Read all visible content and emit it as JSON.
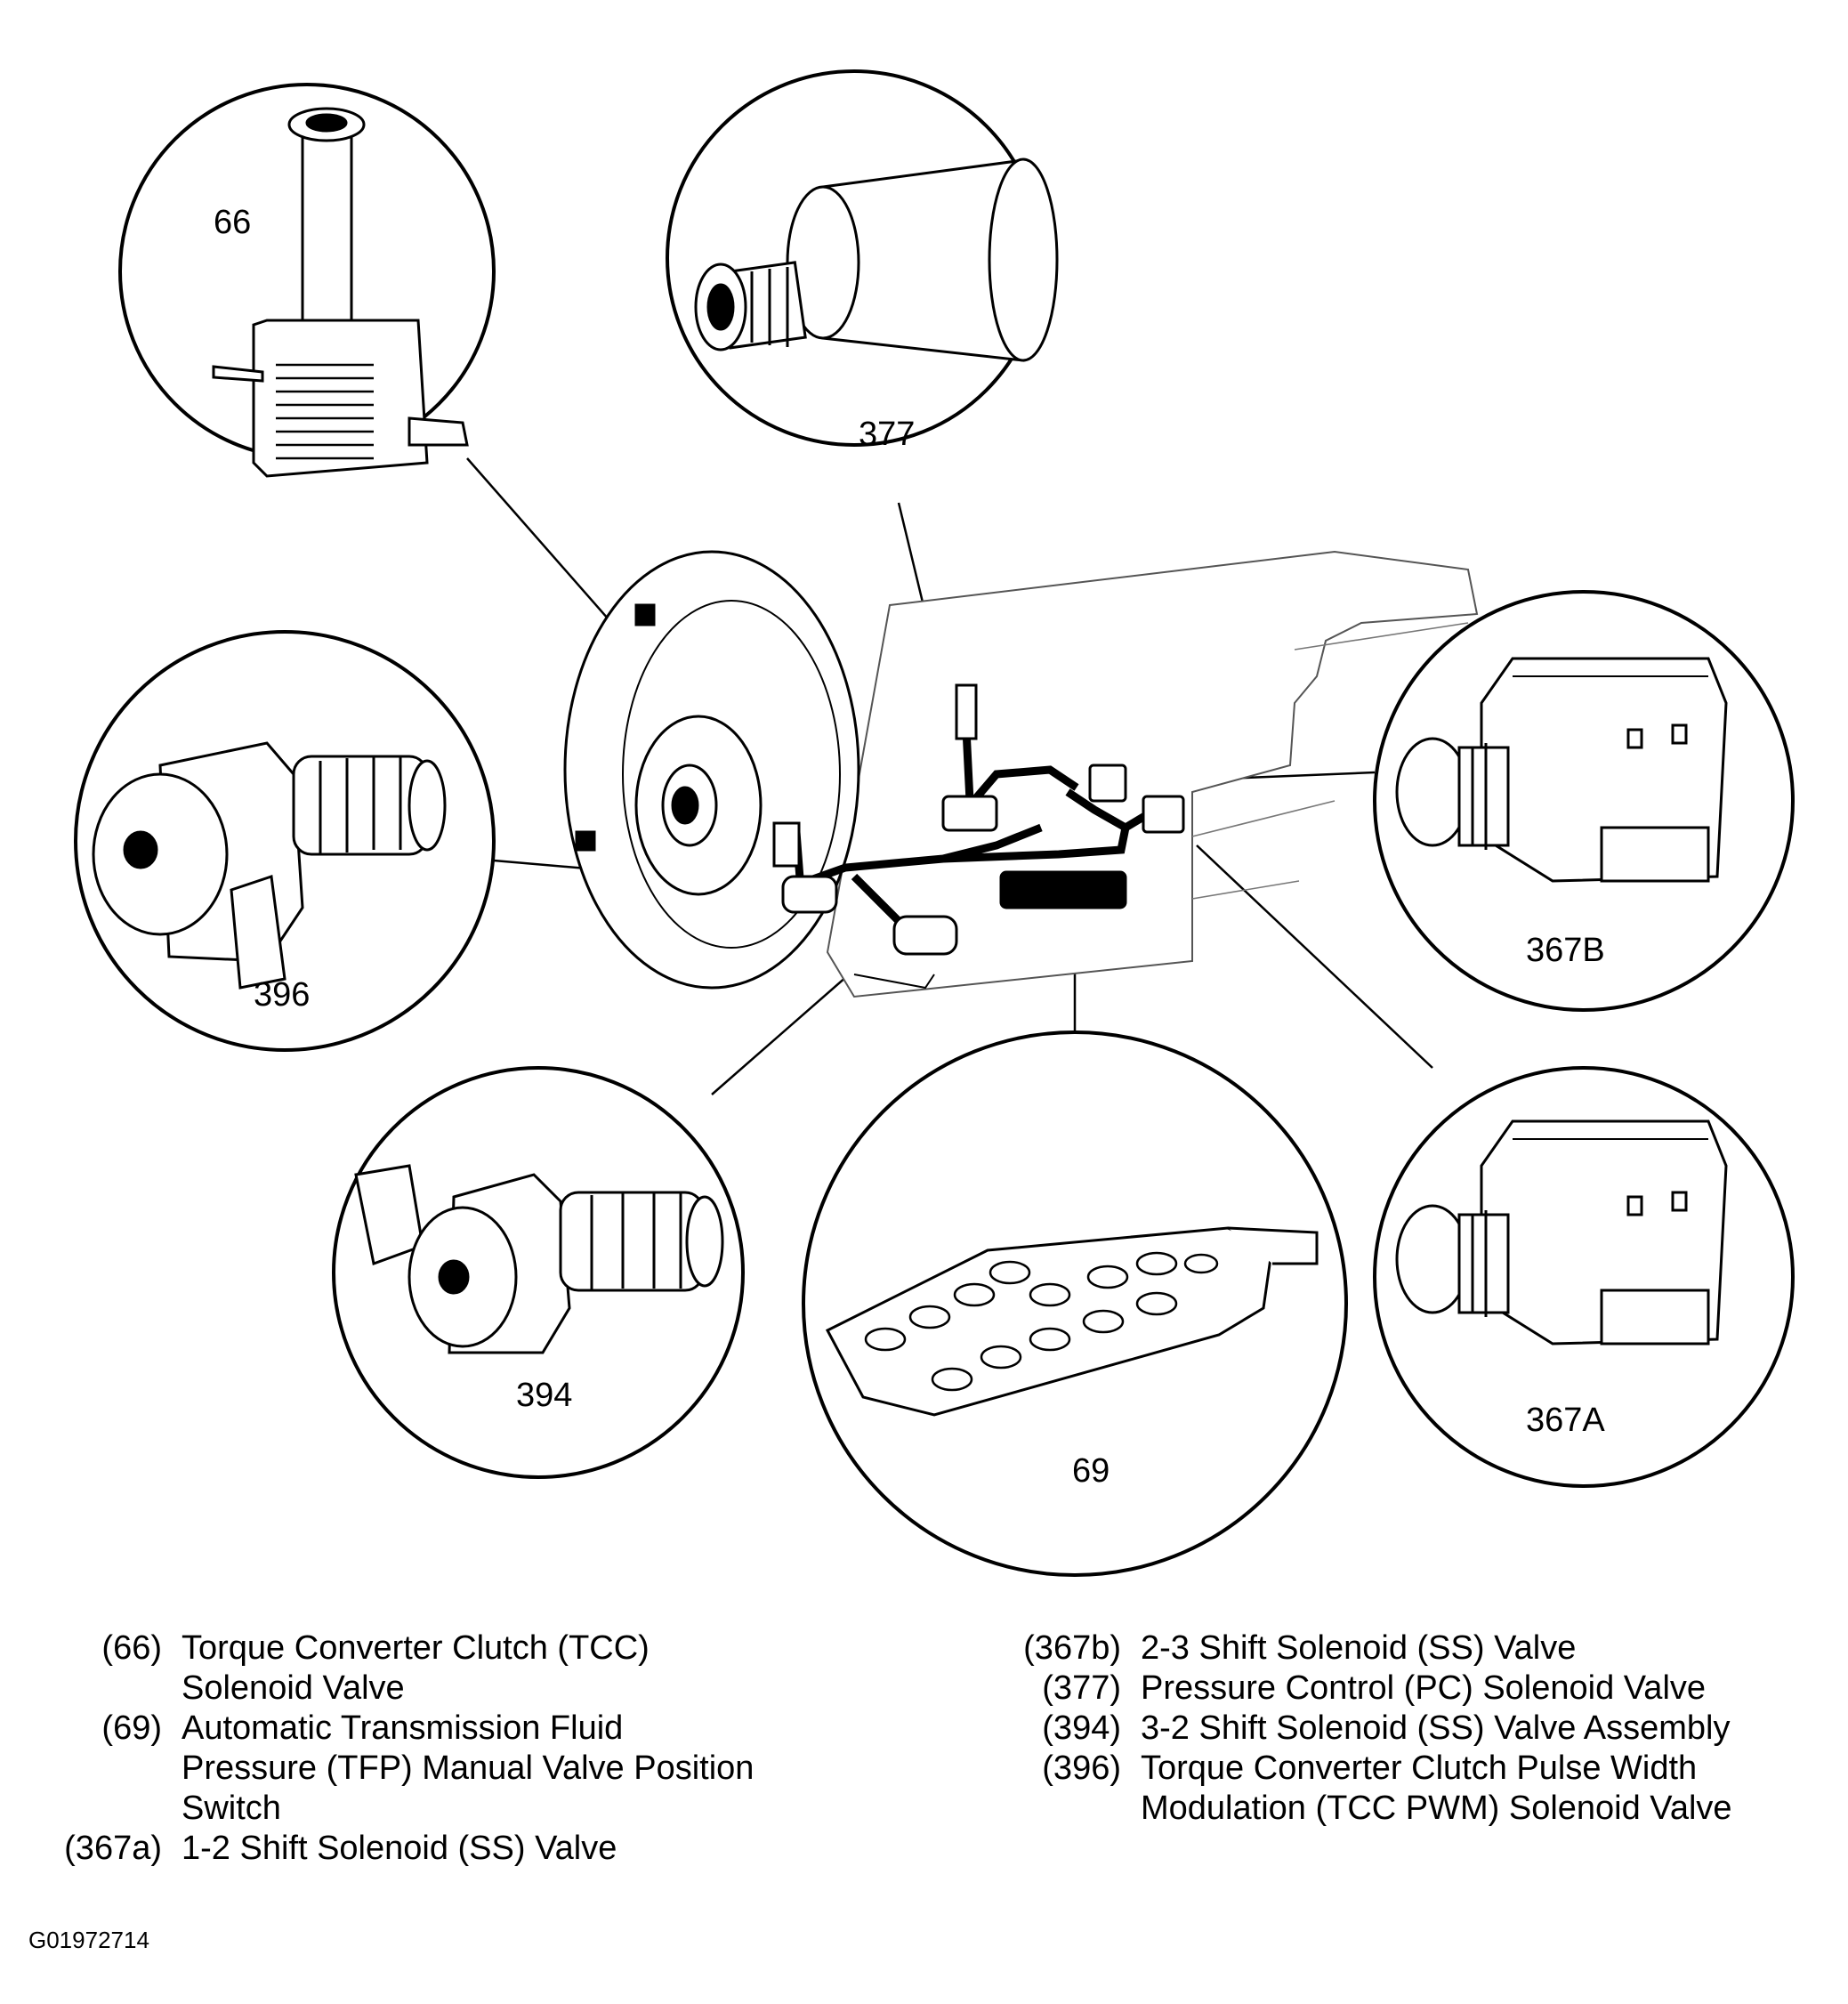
{
  "callouts": {
    "c66": "66",
    "c377": "377",
    "c396": "396",
    "c367b": "367B",
    "c394": "394",
    "c69": "69",
    "c367a": "367A"
  },
  "legend_left": [
    {
      "num": "(66)",
      "desc": "Torque Converter Clutch (TCC)\nSolenoid Valve"
    },
    {
      "num": "(69)",
      "desc": "Automatic Transmission Fluid\nPressure (TFP) Manual Valve Position\nSwitch"
    },
    {
      "num": "(367a)",
      "desc": "1-2 Shift Solenoid (SS) Valve"
    }
  ],
  "legend_right": [
    {
      "num": "(367b)",
      "desc": "2-3 Shift Solenoid (SS) Valve"
    },
    {
      "num": "(377)",
      "desc": "Pressure Control (PC) Solenoid Valve"
    },
    {
      "num": "(394)",
      "desc": "3-2 Shift Solenoid (SS) Valve Assembly"
    },
    {
      "num": "(396)",
      "desc": "Torque Converter Clutch Pulse Width\nModulation (TCC PWM) Solenoid Valve"
    }
  ],
  "figure_id": "G01972714"
}
